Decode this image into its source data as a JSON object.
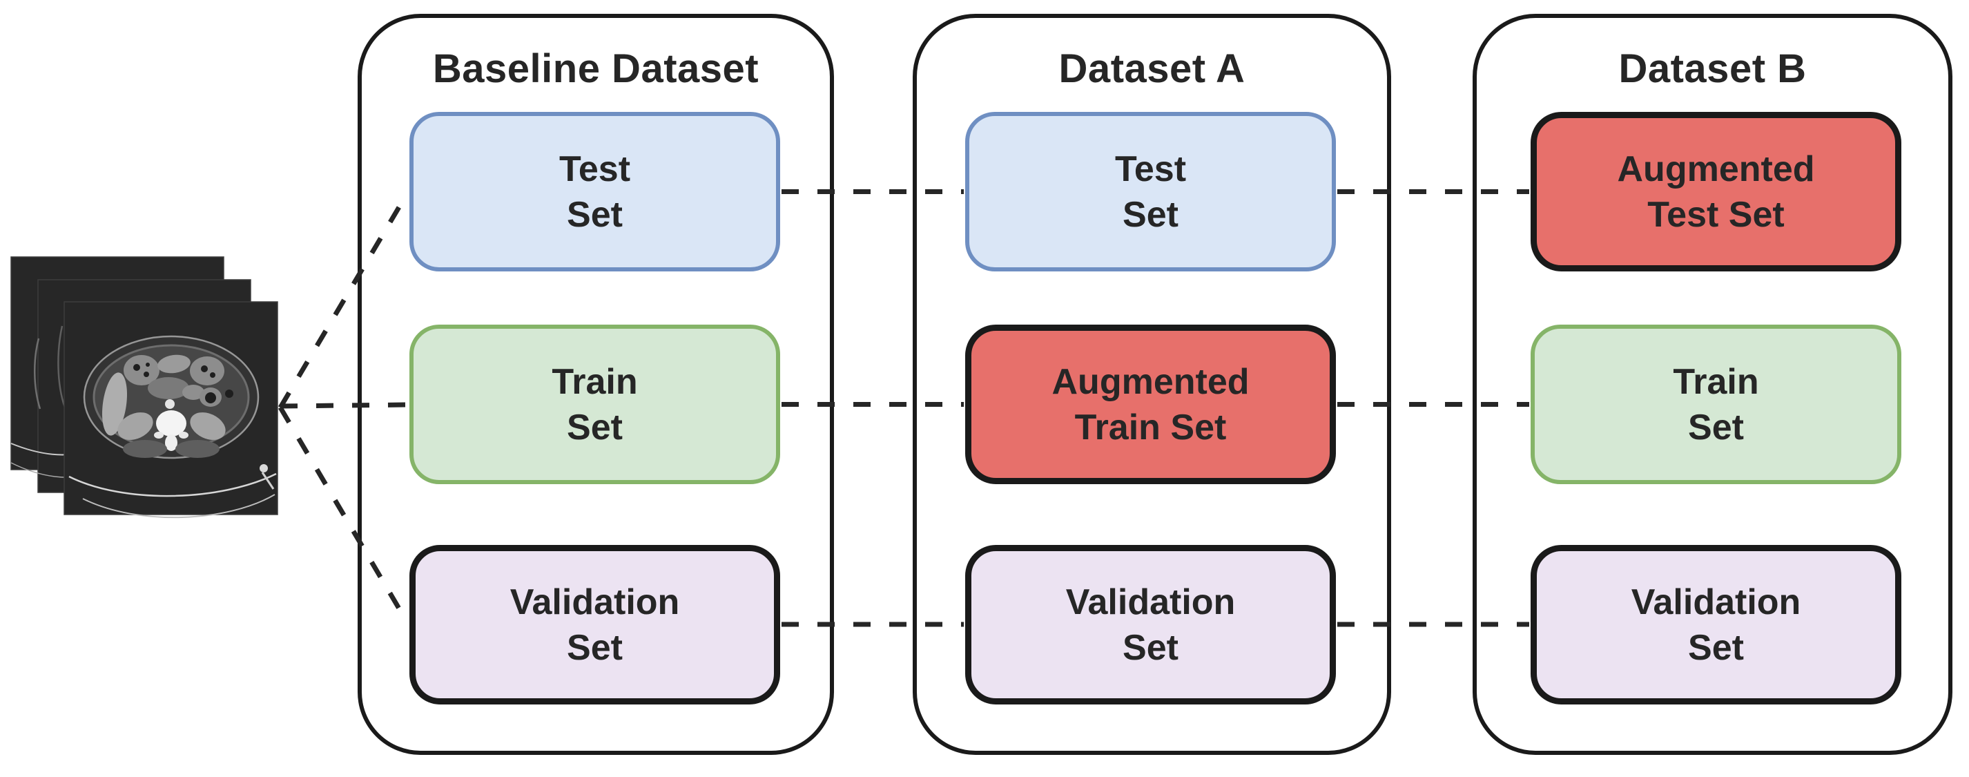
{
  "diagram": {
    "source": {
      "icon": "ct-scan-stack-icon",
      "slice_count": 3
    },
    "columns": [
      {
        "title": "Baseline Dataset",
        "boxes": [
          {
            "kind": "test",
            "line1": "Test",
            "line2": "Set"
          },
          {
            "kind": "train",
            "line1": "Train",
            "line2": "Set"
          },
          {
            "kind": "validation",
            "line1": "Validation",
            "line2": "Set"
          }
        ]
      },
      {
        "title": "Dataset A",
        "boxes": [
          {
            "kind": "test",
            "line1": "Test",
            "line2": "Set"
          },
          {
            "kind": "augmented",
            "line1": "Augmented",
            "line2": "Train Set"
          },
          {
            "kind": "validation",
            "line1": "Validation",
            "line2": "Set"
          }
        ]
      },
      {
        "title": "Dataset B",
        "boxes": [
          {
            "kind": "augmented",
            "line1": "Augmented",
            "line2": "Test Set"
          },
          {
            "kind": "train",
            "line1": "Train",
            "line2": "Set"
          },
          {
            "kind": "validation",
            "line1": "Validation",
            "line2": "Set"
          }
        ]
      }
    ],
    "colors": {
      "test_fill": "#DAE6F6",
      "test_border": "#6F8FC2",
      "train_fill": "#D5E8D4",
      "train_border": "#85B468",
      "validation_fill": "#ECE3F2",
      "validation_border": "#1A1A1A",
      "augmented_fill": "#E7706B",
      "augmented_border": "#1A1A1A",
      "container_border": "#1A1A1A",
      "connector": "#262626",
      "text": "#262626",
      "scan_background": "#272727"
    }
  }
}
